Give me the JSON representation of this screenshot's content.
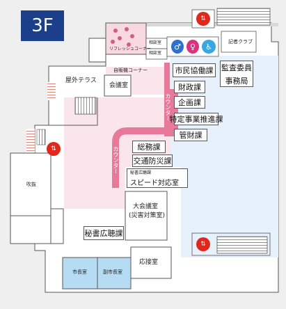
{
  "floor": "3F",
  "rooms": {
    "refresh_corner": "リフレッシュコーナー",
    "consult_room_1": "相談室",
    "consult_room_2": "相談室",
    "vending_corner": "自販機コーナー",
    "press_club": "記者クラブ",
    "outdoor_terrace": "屋外テラス",
    "meeting_room": "会議室",
    "atrium": "吹抜",
    "large_meeting_room_line1": "大会議室",
    "large_meeting_room_line2": "(災害対策室)",
    "reception_room": "応接室",
    "mayor_room": "市長室",
    "deputy_mayor_room": "副市長室"
  },
  "departments": {
    "citizen_collab": "市民協働課",
    "finance": "財政課",
    "planning": "企画課",
    "special_projects": "特定事業推進課",
    "asset_mgmt": "管財課",
    "audit_line1": "監査委員",
    "audit_line2": "事務局",
    "general_affairs": "総務課",
    "traffic_safety": "交通防災課",
    "speed_small": "秘書広聴課",
    "speed_response": "スピード対応室",
    "secretary_pr": "秘書広聴課"
  },
  "counters": {
    "counter_1": "カウンター",
    "counter_2": "カウンター"
  },
  "colors": {
    "badge": "#1c3f8c",
    "counter": "#e8799a",
    "pink_zone": "#fbe5ec",
    "blue_zone": "#e6f1fb",
    "room_blue": "#b6dcf3",
    "elevator": "#e0271b",
    "toilet_male": "#2f6fd0",
    "toilet_female": "#d8337d",
    "toilet_accessible": "#3aa7e0"
  },
  "icons": [
    "elevator-icon",
    "male-toilet-icon",
    "female-toilet-icon",
    "accessible-toilet-icon",
    "stairs-icon"
  ]
}
